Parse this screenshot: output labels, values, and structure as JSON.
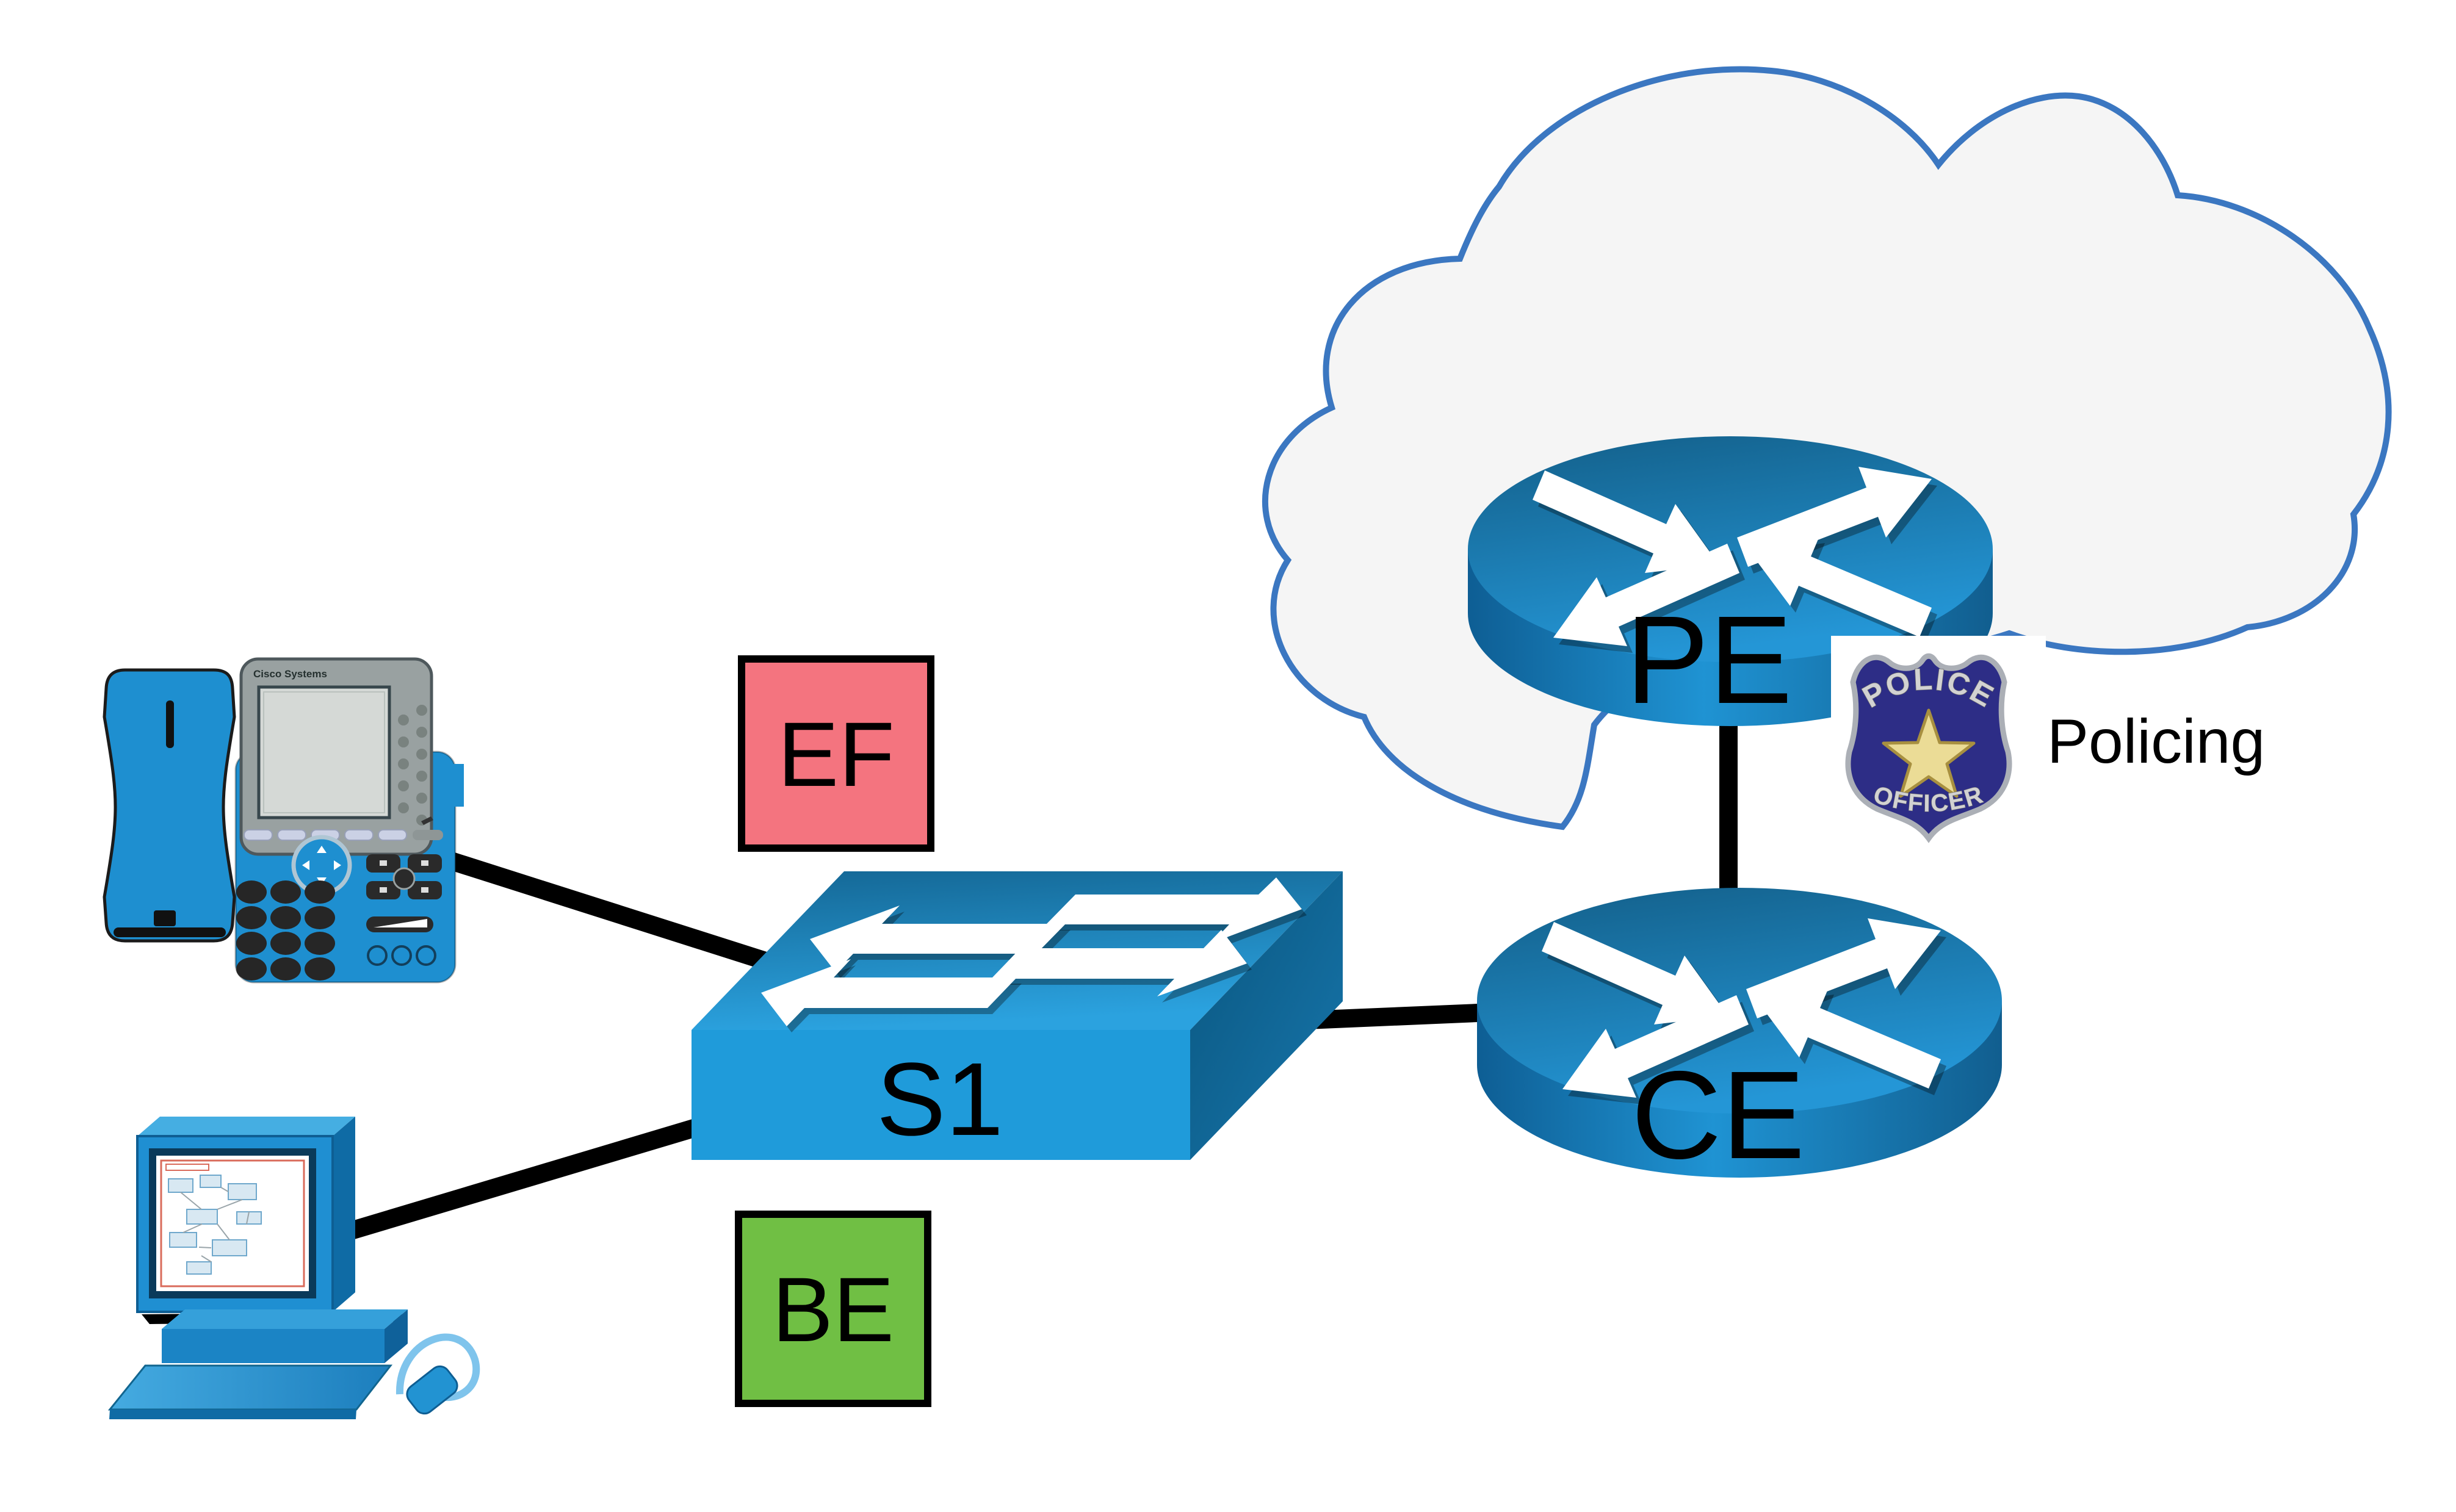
{
  "labels": {
    "ef": "EF",
    "be": "BE",
    "switch": "S1",
    "router_ce": "CE",
    "router_pe": "PE",
    "policing": "Policing"
  },
  "badge": {
    "top": "POLICE",
    "bottom": "OFFICER"
  },
  "phone": {
    "brand": "Cisco Systems"
  },
  "nodes": [
    {
      "id": "ip-phone",
      "type": "ip-phone-icon",
      "label": ""
    },
    {
      "id": "workstation",
      "type": "workstation-icon",
      "label": ""
    },
    {
      "id": "s1",
      "type": "switch-icon",
      "label": "S1"
    },
    {
      "id": "ce",
      "type": "router-icon",
      "label": "CE"
    },
    {
      "id": "pe",
      "type": "router-icon",
      "label": "PE"
    },
    {
      "id": "wan",
      "type": "cloud-icon",
      "label": ""
    },
    {
      "id": "policing",
      "type": "police-badge-icon",
      "label": "Policing"
    }
  ],
  "links": [
    {
      "from": "ip-phone",
      "to": "s1"
    },
    {
      "from": "workstation",
      "to": "s1"
    },
    {
      "from": "s1",
      "to": "ce"
    },
    {
      "from": "ce",
      "to": "pe",
      "annotation": "Policing"
    }
  ],
  "classes": [
    {
      "code": "EF",
      "color": "#F4747F"
    },
    {
      "code": "BE",
      "color": "#70BF44"
    }
  ],
  "colors": {
    "ef_fill": "#F4747F",
    "be_fill": "#70BF44",
    "device_blue": "#1E8FD0",
    "cloud_outline": "#3B77C1",
    "cloud_fill": "#F5F5F5",
    "badge_navy": "#2D2D86",
    "star_gold": "#EBDC96",
    "link": "#000000"
  }
}
